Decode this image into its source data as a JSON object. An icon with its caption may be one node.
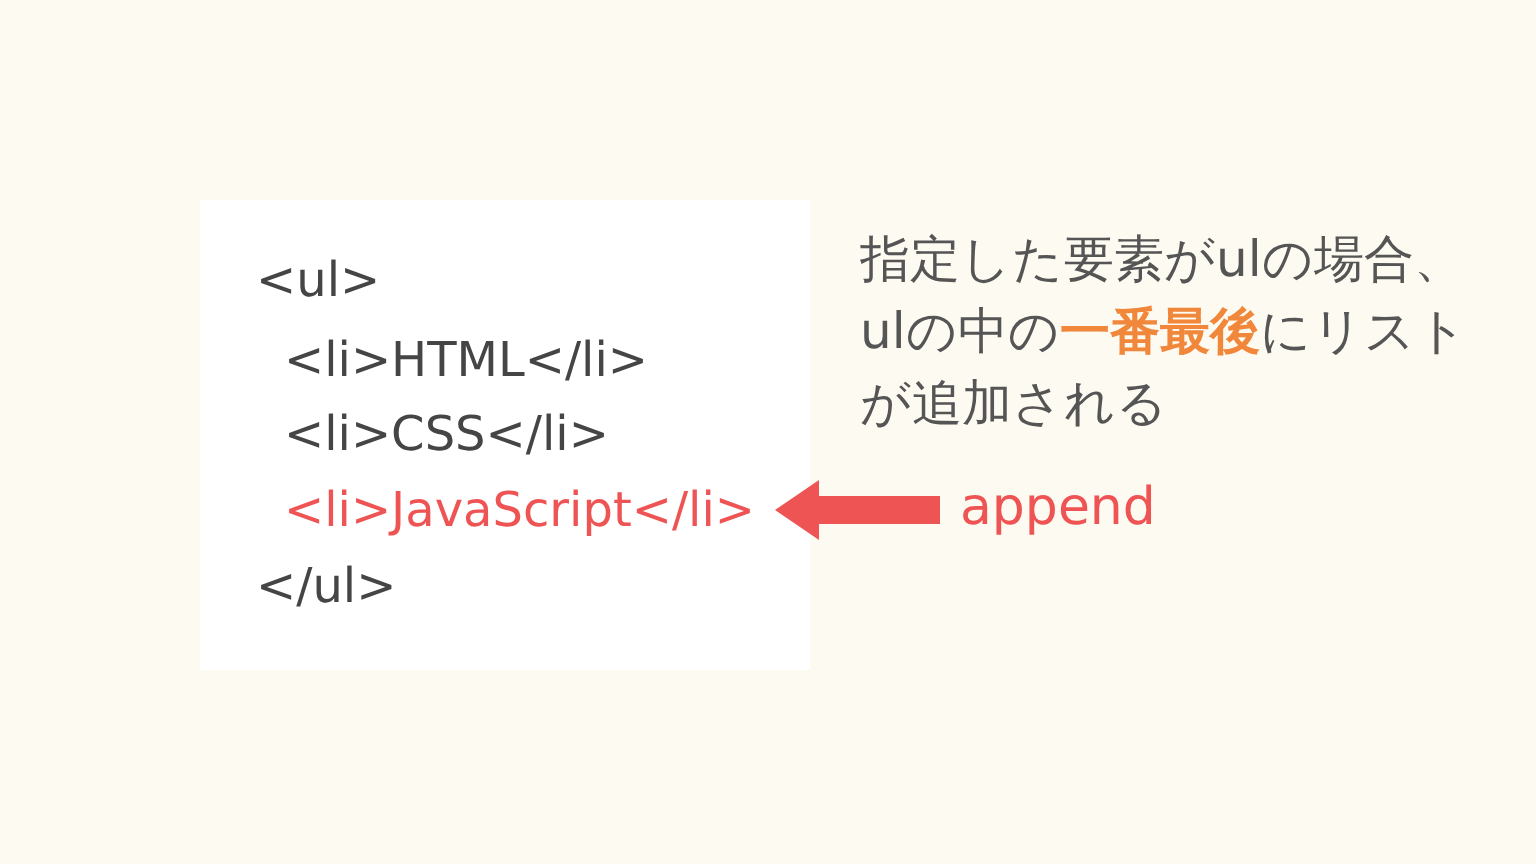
{
  "diagram": {
    "nodes": [
      {
        "text": [],
        "shape": "box"
      },
      {
        "text": [
          "<ul>"
        ],
        "in": 0
      },
      {
        "text": [
          "<li>HTML</li>"
        ],
        "in": 0
      },
      {
        "text": [
          "<li>CSS</li>"
        ],
        "in": 0
      },
      {
        "text": [
          "<li>JavaScript</li>"
        ],
        "in": 0
      },
      {
        "text": [
          "</ul>"
        ],
        "in": 0
      },
      {
        "text": [
          "append"
        ]
      }
    ],
    "edges": [
      {
        "from": 6,
        "to": 4,
        "arrow": "to"
      }
    ],
    "labels": [
      "指定した要素がulの場合、ulの中の**一番最後**にリストが追加される"
    ]
  }
}
